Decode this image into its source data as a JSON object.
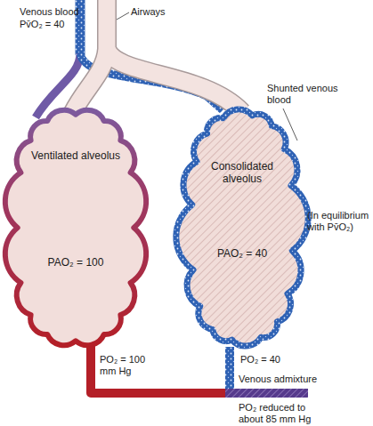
{
  "diagram": {
    "nodes": [
      {
        "text": [
          "Ventilated alveolus",
          "PAO₂ = 100"
        ]
      },
      {
        "text": [
          "Consolidated alveolus",
          "PAO₂ = 40"
        ]
      }
    ],
    "labels": [
      "Venous blood",
      "Pv̄O₂ = 40",
      "Airways",
      "Shunted venous blood",
      "(In equilibrium with Pv̄O₂)",
      "PO₂ = 100 mm Hg",
      "PO₂ = 40",
      "Venous admixture",
      "PO₂ reduced to about 85 mm Hg"
    ]
  }
}
